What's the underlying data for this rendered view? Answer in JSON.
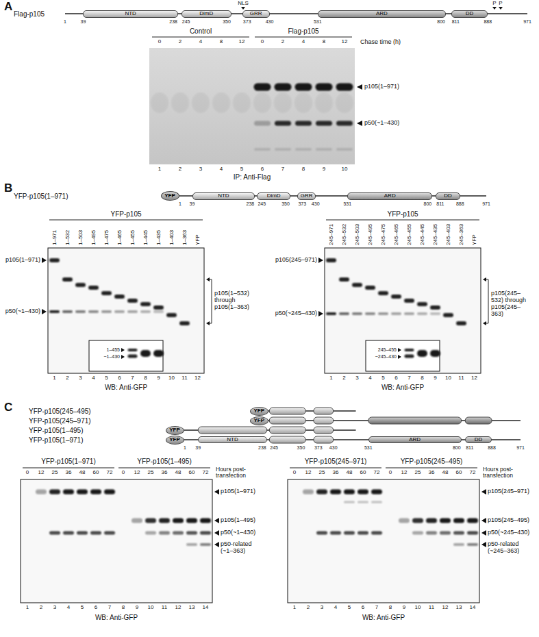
{
  "diagram": {
    "nodes": [
      {
        "text": [
          "NTD"
        ]
      },
      {
        "text": [
          "DimD"
        ]
      },
      {
        "text": [
          "GRR"
        ]
      },
      {
        "text": [
          "ARD"
        ]
      },
      {
        "text": [
          "DD"
        ]
      },
      {
        "text": [
          "YFP"
        ]
      },
      {
        "text": [
          "NTD"
        ]
      },
      {
        "text": [
          "DimD"
        ]
      },
      {
        "text": [
          "GRR"
        ]
      },
      {
        "text": [
          "ARD"
        ]
      },
      {
        "text": [
          "DD"
        ]
      },
      {
        "text": [
          "YFP"
        ]
      },
      {
        "text": [
          "YFP"
        ]
      },
      {
        "text": [
          "YFP"
        ]
      },
      {
        "text": [
          "YFP"
        ]
      },
      {
        "text": [
          "NTD"
        ]
      },
      {
        "text": [
          "ARD"
        ]
      },
      {
        "text": [
          "DD"
        ]
      }
    ],
    "labels": [
      "A",
      "Flag-p105",
      "NLS",
      "P",
      "P",
      "1",
      "39",
      "238",
      "245",
      "350",
      "373",
      "430",
      "531",
      "800",
      "811",
      "888",
      "971",
      "Control",
      "Flag-p105",
      "0",
      "2",
      "4",
      "8",
      "12",
      "0",
      "2",
      "4",
      "8",
      "12",
      "Chase time (h)",
      "p105(1–971)",
      "p50(~1–430)",
      "1",
      "2",
      "3",
      "4",
      "5",
      "6",
      "7",
      "8",
      "9",
      "10",
      "IP: Anti-Flag",
      "B",
      "YFP-p105(1–971)",
      "1",
      "39",
      "238",
      "245",
      "350",
      "373",
      "430",
      "531",
      "800",
      "811",
      "888",
      "971",
      "YFP-p105",
      "1–971",
      "1–532",
      "1–503",
      "1–495",
      "1–475",
      "1–465",
      "1–455",
      "1–445",
      "1–435",
      "1–403",
      "1–363",
      "YFP",
      "p105(1–971)",
      "p50(~1–430)",
      "p105(1–532) through p105(1–363)",
      "1–455",
      "~1–430",
      "1",
      "2",
      "3",
      "4",
      "5",
      "6",
      "7",
      "8",
      "9",
      "10",
      "11",
      "12",
      "WB: Anti-GFP",
      "YFP-p105",
      "245–971",
      "245–532",
      "245–503",
      "245–495",
      "245–475",
      "245–465",
      "245–455",
      "245–445",
      "245–435",
      "245–403",
      "245–363",
      "YFP",
      "p105(245–971)",
      "p50(~245–430)",
      "p105(245–532) through p105(245–363)",
      "245–455",
      "~245–430",
      "1",
      "2",
      "3",
      "4",
      "5",
      "6",
      "7",
      "8",
      "9",
      "10",
      "11",
      "12",
      "WB: Anti-GFP",
      "C",
      "YFP-p105(245–495)",
      "YFP-p105(245–971)",
      "YFP-p105(1–495)",
      "YFP-p105(1–971)",
      "1",
      "39",
      "238",
      "245",
      "350",
      "373",
      "430",
      "531",
      "800",
      "811",
      "888",
      "971",
      "YFP-p105(1–971)",
      "YFP-p105(1–495)",
      "0",
      "12",
      "25",
      "36",
      "48",
      "60",
      "72",
      "0",
      "12",
      "25",
      "36",
      "48",
      "60",
      "72",
      "Hours post-transfection",
      "p105(1–971)",
      "p105(1–495)",
      "p50(~1–430)",
      "p50-related (~1–363)",
      "1",
      "2",
      "3",
      "4",
      "5",
      "6",
      "7",
      "8",
      "9",
      "10",
      "11",
      "12",
      "13",
      "14",
      "WB: Anti-GFP",
      "YFP-p105(245–971)",
      "YFP-p105(245–495)",
      "0",
      "12",
      "25",
      "36",
      "48",
      "60",
      "72",
      "0",
      "12",
      "25",
      "36",
      "48",
      "60",
      "72",
      "Hours post-transfection",
      "p105(245–971)",
      "p105(245–495)",
      "p50(~245–430)",
      "p50-related (~245–363)",
      "1",
      "2",
      "3",
      "4",
      "5",
      "6",
      "7",
      "8",
      "9",
      "10",
      "11",
      "12",
      "13",
      "14",
      "WB: Anti-GFP"
    ]
  }
}
